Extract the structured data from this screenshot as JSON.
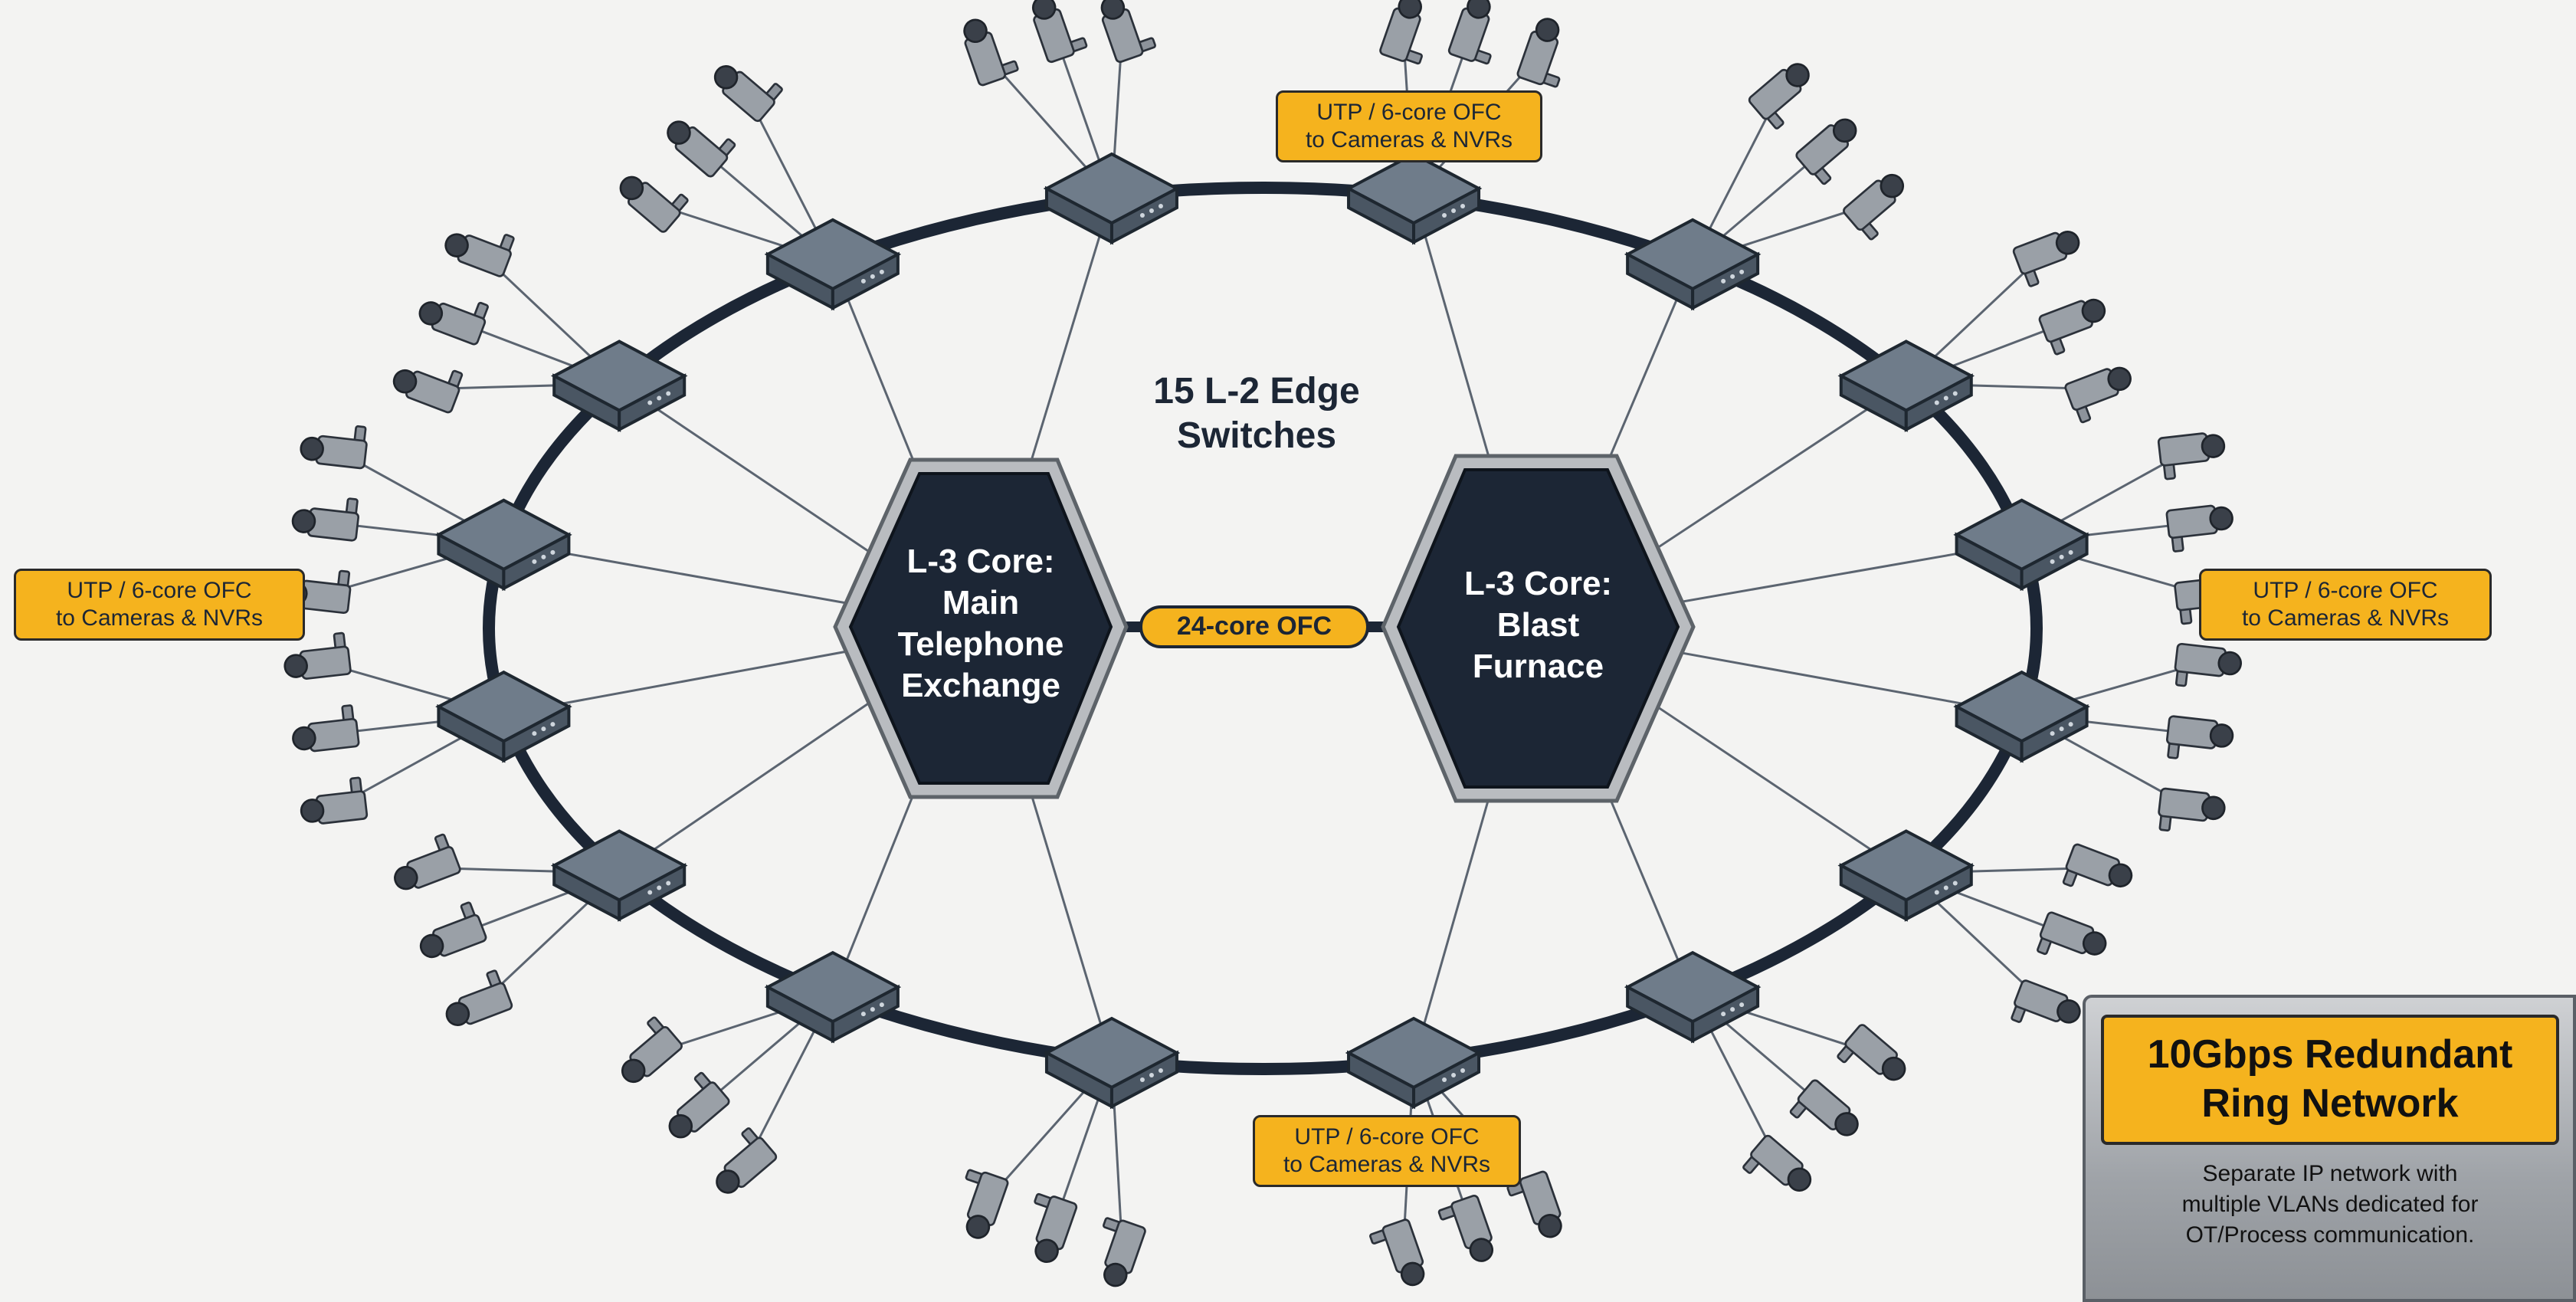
{
  "ring": {
    "title_line1": "15 L-2 Edge",
    "title_line2": "Switches"
  },
  "cores": {
    "left": {
      "line1": "L-3 Core:",
      "line2": "Main",
      "line3": "Telephone",
      "line4": "Exchange"
    },
    "right": {
      "line1": "L-3 Core:",
      "line2": "Blast",
      "line3": "Furnace"
    }
  },
  "backbone_label": "24-core OFC",
  "tags": {
    "top": {
      "line1": "UTP / 6-core OFC",
      "line2": "to Cameras & NVRs"
    },
    "left": {
      "line1": "UTP / 6-core OFC",
      "line2": "to Cameras & NVRs"
    },
    "right": {
      "line1": "UTP / 6-core OFC",
      "line2": "to Cameras & NVRs"
    },
    "bottom": {
      "line1": "UTP / 6-core OFC",
      "line2": "to Cameras & NVRs"
    }
  },
  "legend": {
    "title_line1": "10Gbps Redundant",
    "title_line2": "Ring Network",
    "desc_line1": "Separate IP network with",
    "desc_line2": "multiple VLANs dedicated for",
    "desc_line3": "OT/Process communication."
  },
  "colors": {
    "accent": "#f5b31e",
    "core_fill": "#1c2635",
    "ring": "#1c2635",
    "switch": "#6f7c8a"
  },
  "icons": [
    "camera-icon",
    "switch-icon",
    "core-router-icon"
  ]
}
